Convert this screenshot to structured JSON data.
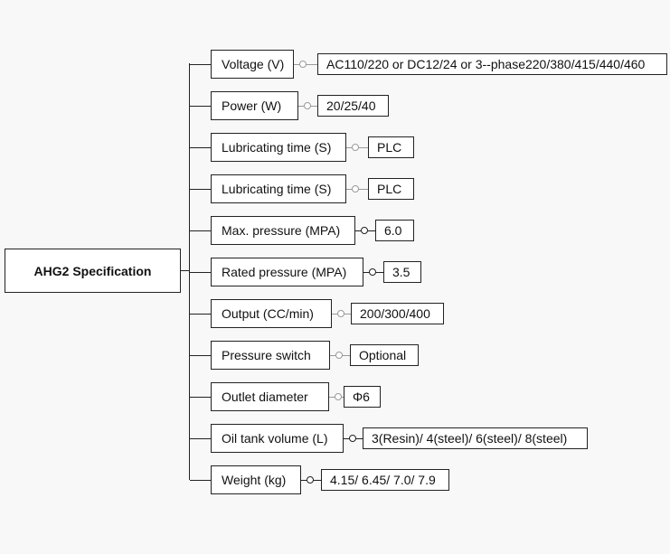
{
  "root": {
    "label": "AHG2 Specification"
  },
  "rows": [
    {
      "label": "Voltage (V)",
      "value": "AC110/220 or DC12/24 or 3--phase220/380/415/440/460",
      "connector": "light"
    },
    {
      "label": "Power (W)",
      "value": "20/25/40",
      "connector": "light"
    },
    {
      "label": "Lubricating time (S)",
      "value": "PLC",
      "connector": "light"
    },
    {
      "label": "Lubricating time (S)",
      "value": "PLC",
      "connector": "light"
    },
    {
      "label": "Max. pressure (MPA)",
      "value": "6.0",
      "connector": "dark"
    },
    {
      "label": "Rated pressure (MPA)",
      "value": "3.5",
      "connector": "dark"
    },
    {
      "label": "Output (CC/min)",
      "value": "200/300/400",
      "connector": "light"
    },
    {
      "label": "Pressure switch",
      "value": "Optional",
      "connector": "light"
    },
    {
      "label": "Outlet diameter",
      "value": "Φ6",
      "connector": "light"
    },
    {
      "label": "Oil tank volume (L)",
      "value": "3(Resin)/ 4(steel)/ 6(steel)/ 8(steel)",
      "connector": "dark"
    },
    {
      "label": "Weight (kg)",
      "value": "4.15/ 6.45/ 7.0/ 7.9",
      "connector": "dark"
    }
  ],
  "colors": {
    "line": "#222222",
    "light_connector": "#9a9a9a",
    "box_fill": "#ffffff",
    "background": "#f8f8f8"
  }
}
